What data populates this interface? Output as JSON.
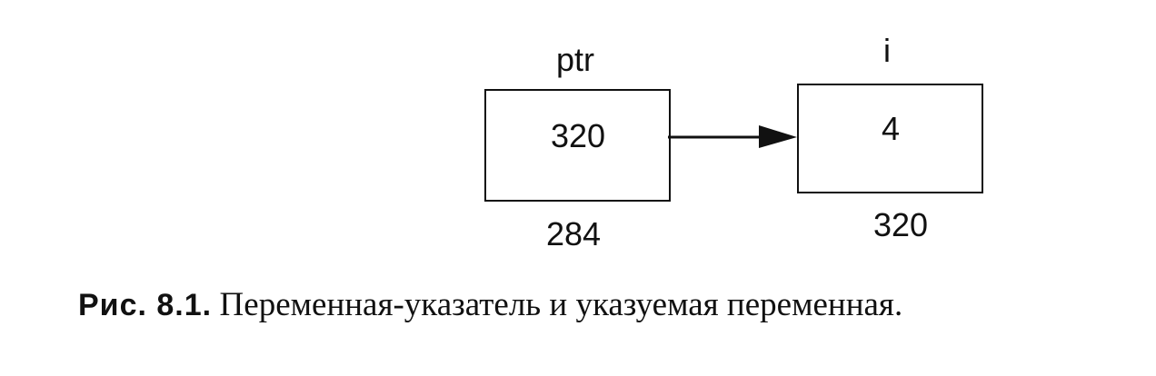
{
  "diagram": {
    "pointer": {
      "name": "ptr",
      "value": "320",
      "address": "284"
    },
    "target": {
      "name": "i",
      "value": "4",
      "address": "320"
    }
  },
  "caption": {
    "label": "Рис. 8.1.",
    "text": "Переменная-указатель и указуемая переменная."
  }
}
